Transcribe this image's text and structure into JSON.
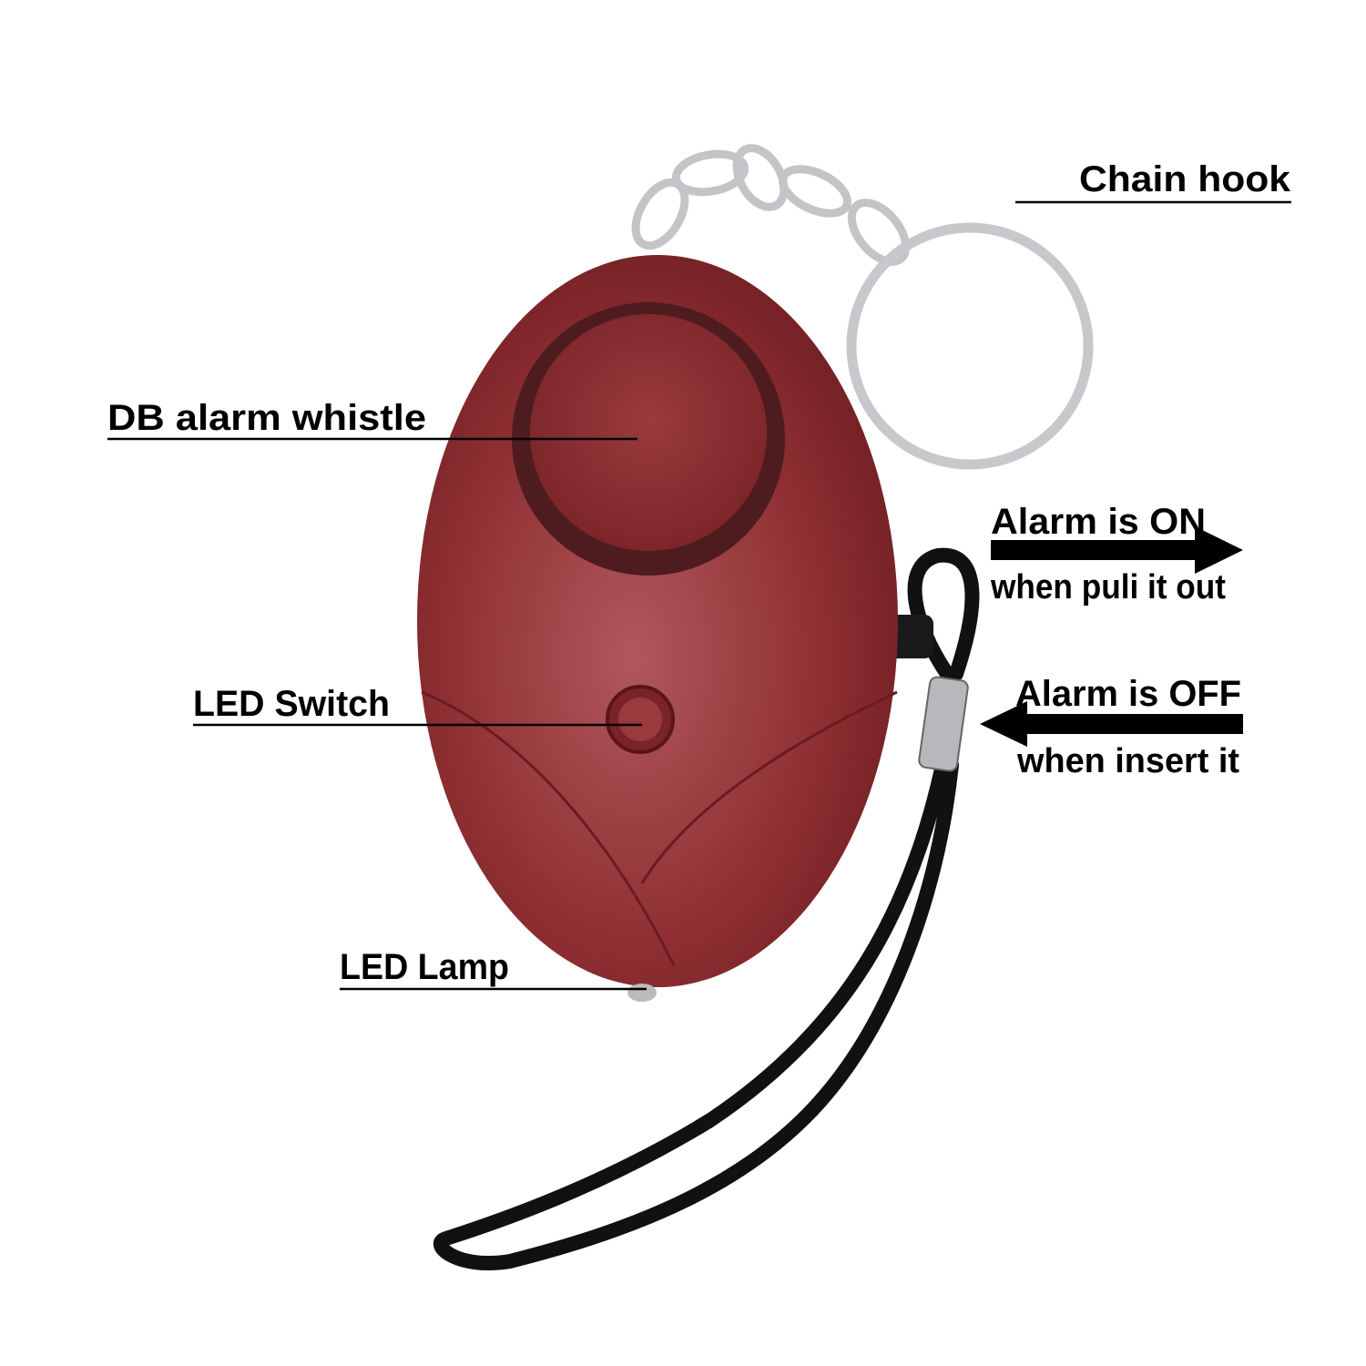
{
  "labels": {
    "chain_hook": "Chain hook",
    "alarm_whistle": "DB alarm whistle",
    "led_switch": "LED Switch",
    "led_lamp": "LED Lamp",
    "alarm_on": "Alarm is ON",
    "alarm_on_sub": "when puli it out",
    "alarm_off": "Alarm is OFF",
    "alarm_off_sub": "when insert it"
  },
  "colors": {
    "body": "#8a2a2e",
    "body_dark": "#5e1a1e",
    "ring": "#c8c8cc",
    "lanyard": "#111111"
  }
}
